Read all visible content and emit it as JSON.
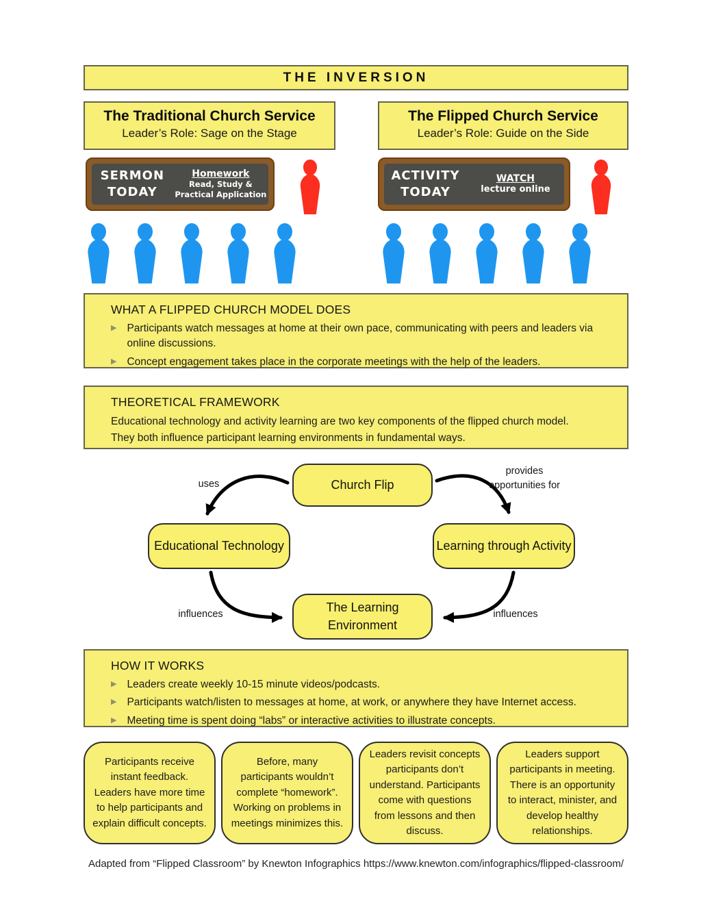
{
  "page": {
    "title": "THE INVERSION",
    "footer": "Adapted from “Flipped Classroom” by Knewton Infographics https://www.knewton.com/infographics/flipped-classroom/"
  },
  "traditional": {
    "title": "The Traditional Church Service",
    "subtitle": "Leader’s Role:  Sage on the Stage",
    "board": {
      "main_line1": "SERMON",
      "main_line2": "TODAY",
      "side_title": "Homework",
      "side_lines": [
        "Read, Study &",
        "Practical Application"
      ]
    }
  },
  "flipped": {
    "title": "The Flipped Church Service",
    "subtitle": "Leader’s Role:  Guide on the Side",
    "board": {
      "main_line1": "ACTIVITY",
      "main_line2": "TODAY",
      "side_title": "WATCH",
      "side_lines": [
        "lecture online"
      ]
    }
  },
  "people": {
    "congregation_per_side": 5,
    "leaders_per_side": 1
  },
  "what_section": {
    "heading": "WHAT A FLIPPED CHURCH MODEL DOES",
    "bullets": [
      "Participants watch messages at home at their own pace, communicating with peers and leaders via online discussions.",
      "Concept engagement takes place in the corporate meetings with the help of the leaders."
    ]
  },
  "framework_section": {
    "heading": "THEORETICAL FRAMEWORK",
    "lines": [
      "Educational technology and activity learning are two key components of the flipped church model.",
      "They both influence participant learning environments in fundamental ways."
    ]
  },
  "diagram": {
    "nodes": {
      "top": "Church Flip",
      "left": "Educational Technology",
      "right": "Learning through Activity",
      "bottom": "The Learning Environment"
    },
    "edge_labels": {
      "uses": "uses",
      "provides": "provides opportunities for",
      "influences_left": "influences",
      "influences_right": "influences"
    }
  },
  "how_section": {
    "heading": "HOW IT WORKS",
    "bullets": [
      "Leaders create weekly 10-15 minute videos/podcasts.",
      "Participants watch/listen to messages at home, at work, or anywhere they have Internet access.",
      "Meeting time is spent doing “labs” or interactive activities to illustrate concepts."
    ]
  },
  "benefits": [
    "Participants receive instant feedback. Leaders have more time to help participants and explain difficult concepts.",
    "Before, many participants wouldn’t complete “homework”. Working on problems in meetings minimizes this.",
    "Leaders revisit concepts participants don’t understand. Participants come with questions from lessons and then discuss.",
    "Leaders support participants in meeting. There is an opportunity to interact, minister, and develop healthy relationships."
  ],
  "colors": {
    "box_yellow": "#f7ef76",
    "box_border": "#65654a",
    "node_border": "#2f2f2f",
    "congregation_blue": "#1e96f0",
    "leader_red": "#fb2e1f",
    "board_bg": "#4c4c48",
    "board_frame": "#8a5a28",
    "bullet_gray": "#90906f",
    "arrow_black": "#000000"
  }
}
